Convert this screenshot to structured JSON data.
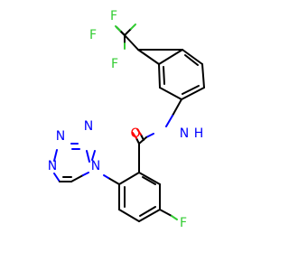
{
  "molecule": {
    "atoms": {
      "f1": "F",
      "f2": "F",
      "f3": "F",
      "f4": "F",
      "nh": "N",
      "h": "H",
      "o": "O",
      "n_t1": "N",
      "n_t2": "N",
      "n_t3": "N",
      "n_t4": "N"
    },
    "colors": {
      "carbon": "#000000",
      "nitrogen": "#0000ff",
      "oxygen": "#ff0000",
      "fluorine": "#33cc33",
      "background": "#ffffff"
    }
  }
}
